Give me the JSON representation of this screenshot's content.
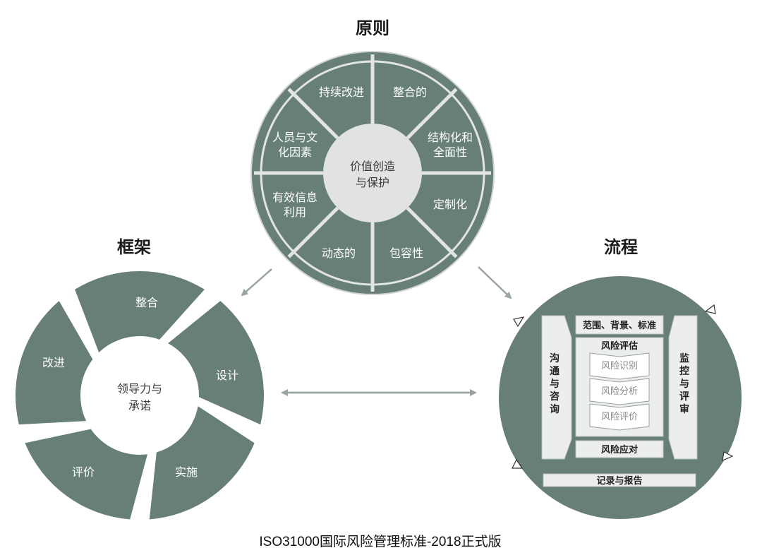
{
  "principles": {
    "title": "原则",
    "center_lines": [
      "价值创造",
      "与保护"
    ],
    "segments": [
      {
        "lines": [
          "持续改进"
        ]
      },
      {
        "lines": [
          "整合的"
        ]
      },
      {
        "lines": [
          "结构化和",
          "全面性"
        ]
      },
      {
        "lines": [
          "定制化"
        ]
      },
      {
        "lines": [
          "包容性"
        ]
      },
      {
        "lines": [
          "动态的"
        ]
      },
      {
        "lines": [
          "有效信息",
          "利用"
        ]
      },
      {
        "lines": [
          "人员与文",
          "化因素"
        ]
      }
    ]
  },
  "framework": {
    "title": "框架",
    "center_lines": [
      "领导力与",
      "承诺"
    ],
    "segments": [
      {
        "label": "整合"
      },
      {
        "label": "设计"
      },
      {
        "label": "实施"
      },
      {
        "label": "评价"
      },
      {
        "label": "改进"
      }
    ]
  },
  "process": {
    "title": "流程",
    "scope": "范围、背景、标准",
    "assessment_title": "风险评估",
    "assessment_steps": [
      "风险识别",
      "风险分析",
      "风险评价"
    ],
    "treatment": "风险应对",
    "recording": "记录与报告",
    "left_side": [
      "沟",
      "通",
      "与",
      "咨",
      "询"
    ],
    "right_side": [
      "监",
      "控",
      "与",
      "评",
      "审"
    ]
  },
  "caption": "ISO31000国际风险管理标准-2018正式版",
  "colors": {
    "fill": "#677f78",
    "line": "#e2e4e2",
    "center": "#e1e3e1",
    "arrow": "#9aa5a1",
    "background": "#ffffff"
  }
}
